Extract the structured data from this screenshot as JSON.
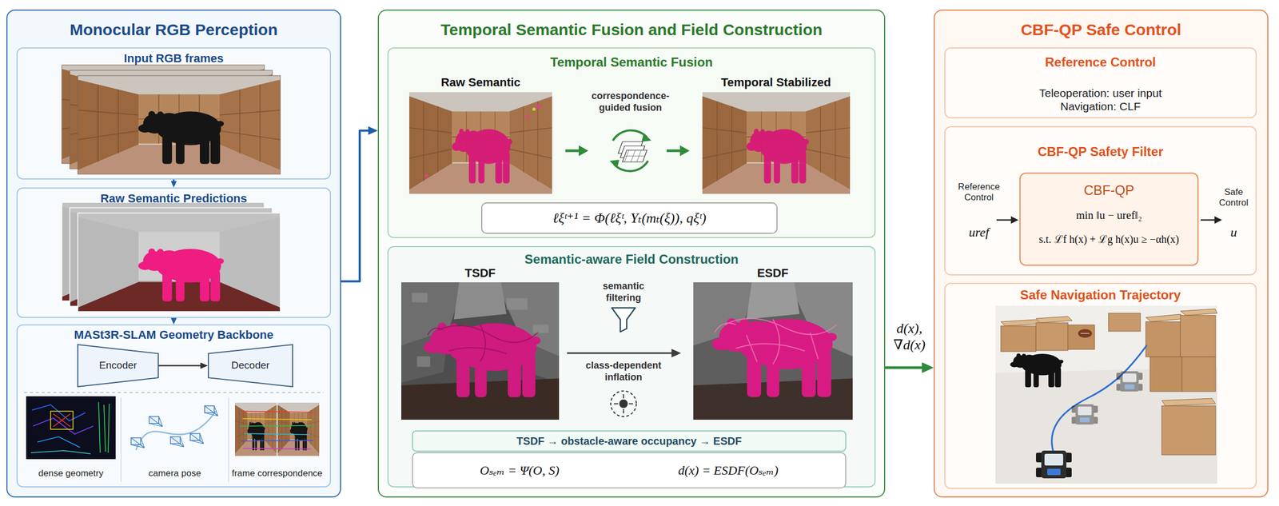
{
  "diagram": {
    "nodes": [
      {
        "text": [
          "Monocular RGB Perception"
        ]
      },
      {
        "text": [
          "Input RGB frames"
        ],
        "in": 0
      },
      {
        "text": [
          "Raw Semantic Predictions"
        ],
        "in": 0
      },
      {
        "text": [
          "MASt3R-SLAM Geometry Backbone"
        ],
        "in": 0
      },
      {
        "text": [
          "Encoder"
        ],
        "in": 3
      },
      {
        "text": [
          "Decoder"
        ],
        "in": 3
      },
      {
        "text": [
          "Temporal Semantic Fusion and Field Construction"
        ]
      },
      {
        "text": [
          "Temporal Semantic Fusion"
        ],
        "in": 6
      },
      {
        "text": [
          "ℓξᵗ⁺¹ = Φ(ℓξᵗ, Yₜ(mₜ(ξ)), qξᵗ)"
        ],
        "in": 7
      },
      {
        "text": [
          "Semantic-aware Field Construction"
        ],
        "in": 6
      },
      {
        "text": [
          "TSDF → obstacle-aware occupancy → ESDF"
        ],
        "in": 9
      },
      {
        "text": [
          "Oₛₑₘ = Ψ(O, S)",
          "d(x) = ESDF(Oₛₑₘ)"
        ],
        "in": 9
      },
      {
        "text": [
          "CBF-QP Safe Control"
        ]
      },
      {
        "text": [
          "Reference Control",
          "Teleoperation: user input",
          "Navigation: CLF"
        ],
        "in": 12
      },
      {
        "text": [
          "CBF-QP Safety Filter"
        ],
        "in": 12
      },
      {
        "text": [
          "CBF-QP",
          "min ‖u − uref‖₂",
          "s.t. ℒf h(x) + ℒg h(x)u ≥ −αh(x)"
        ],
        "in": 14
      },
      {
        "text": [
          "Safe Navigation Trajectory"
        ],
        "in": 12
      }
    ],
    "edges": [
      {
        "from": 0,
        "to": 6,
        "arrow": "to"
      },
      {
        "from": 1,
        "to": 2,
        "arrow": "to"
      },
      {
        "from": 2,
        "to": 3,
        "arrow": "to"
      },
      {
        "from": 4,
        "to": 5,
        "arrow": "to"
      },
      {
        "from": 6,
        "to": 12,
        "label": "d(x), ∇d(x)",
        "arrow": "to"
      }
    ],
    "labels": [
      "dense geometry",
      "camera pose",
      "frame correspondence",
      "Raw Semantic",
      "correspondence-guided fusion",
      "Temporal Stabilized",
      "TSDF",
      "semantic filtering",
      "class-dependent inflation",
      "ESDF",
      "Reference Control",
      "uref",
      "Safe Control",
      "u"
    ]
  }
}
